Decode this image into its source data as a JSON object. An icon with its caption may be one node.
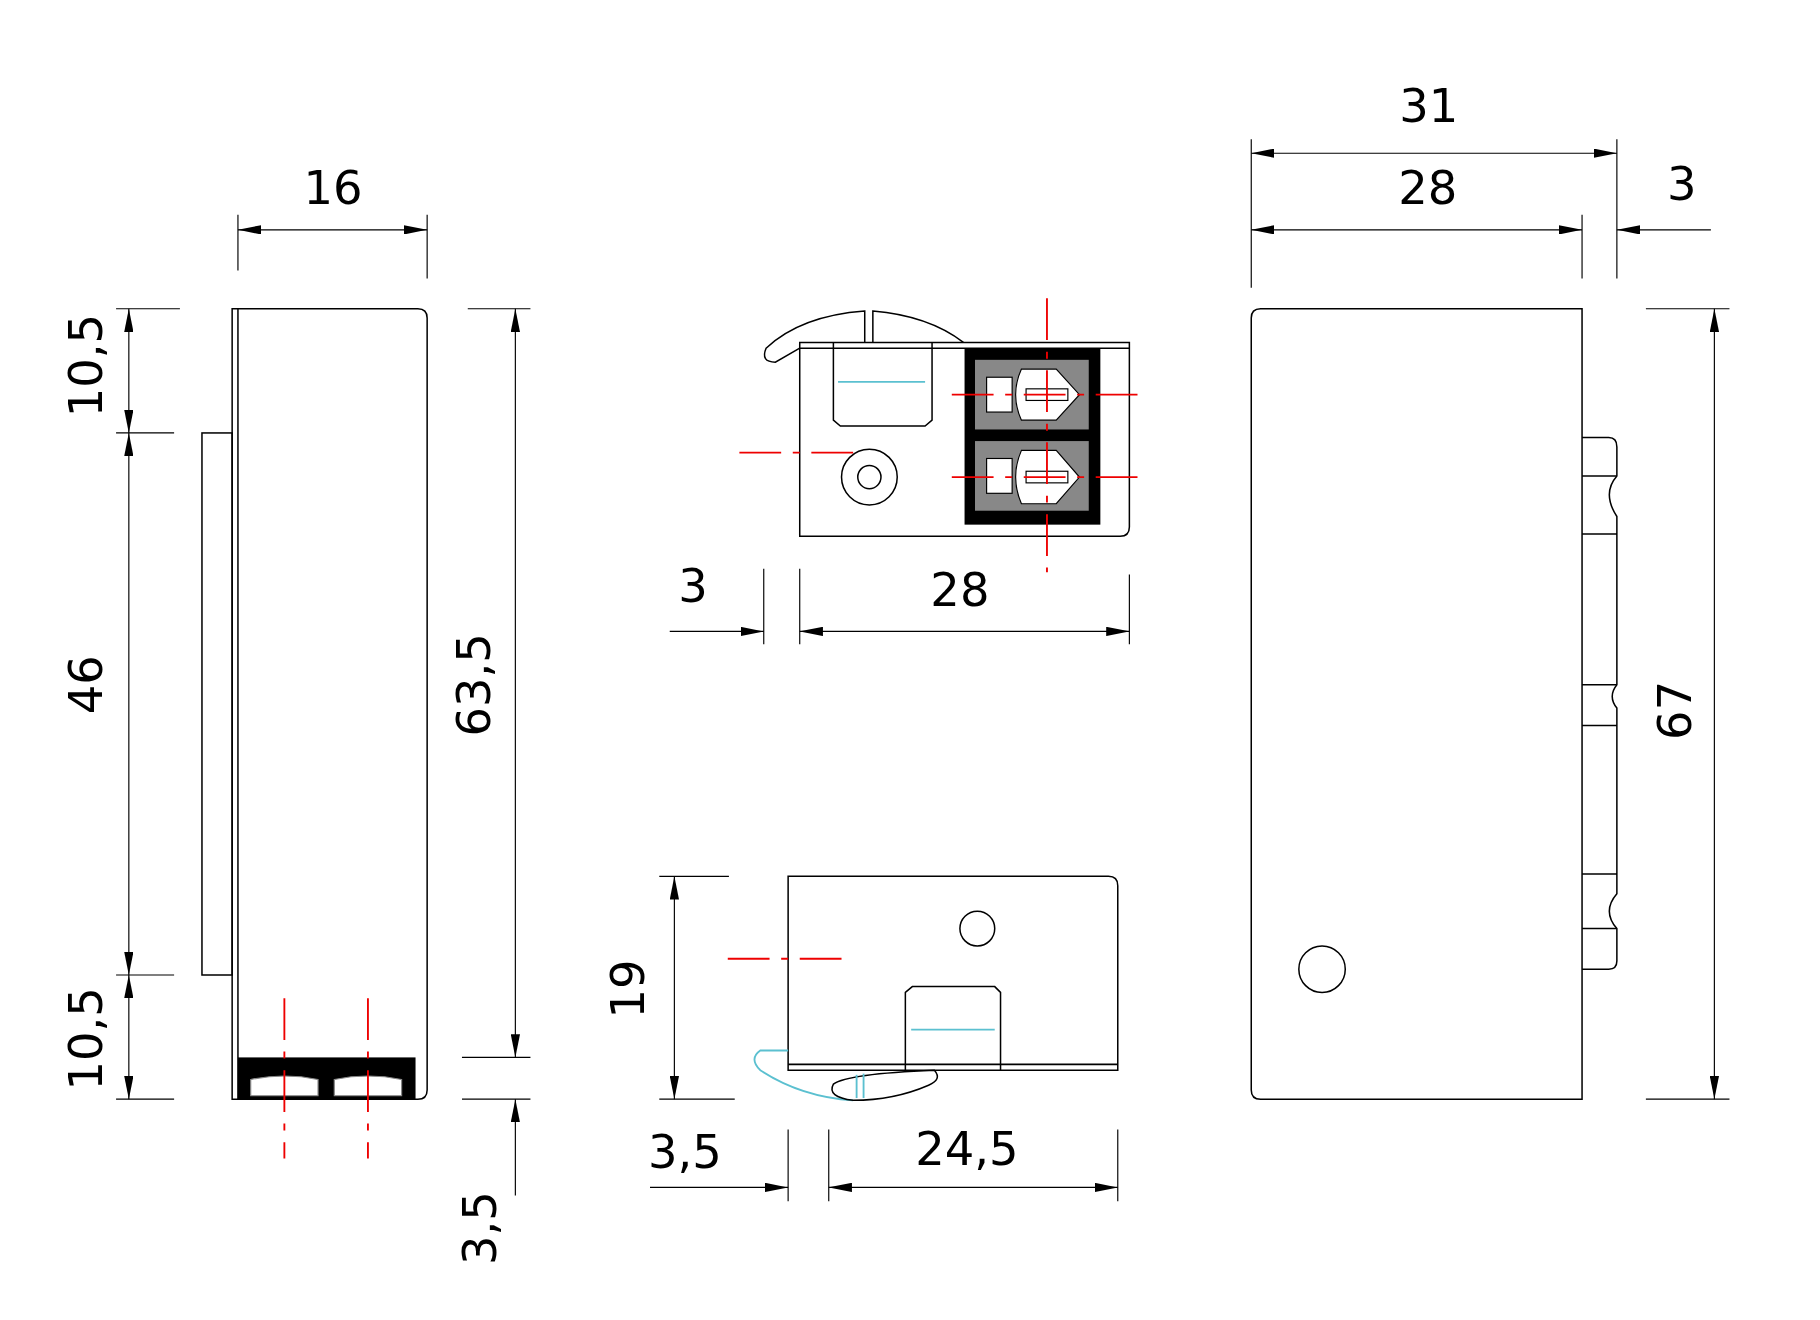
{
  "diagram": {
    "labels": [
      "31",
      "16",
      "28",
      "3",
      "10,5",
      "3",
      "28",
      "46",
      "63,5",
      "67",
      "19",
      "10,5",
      "3,5",
      "24,5",
      "3,5"
    ]
  }
}
